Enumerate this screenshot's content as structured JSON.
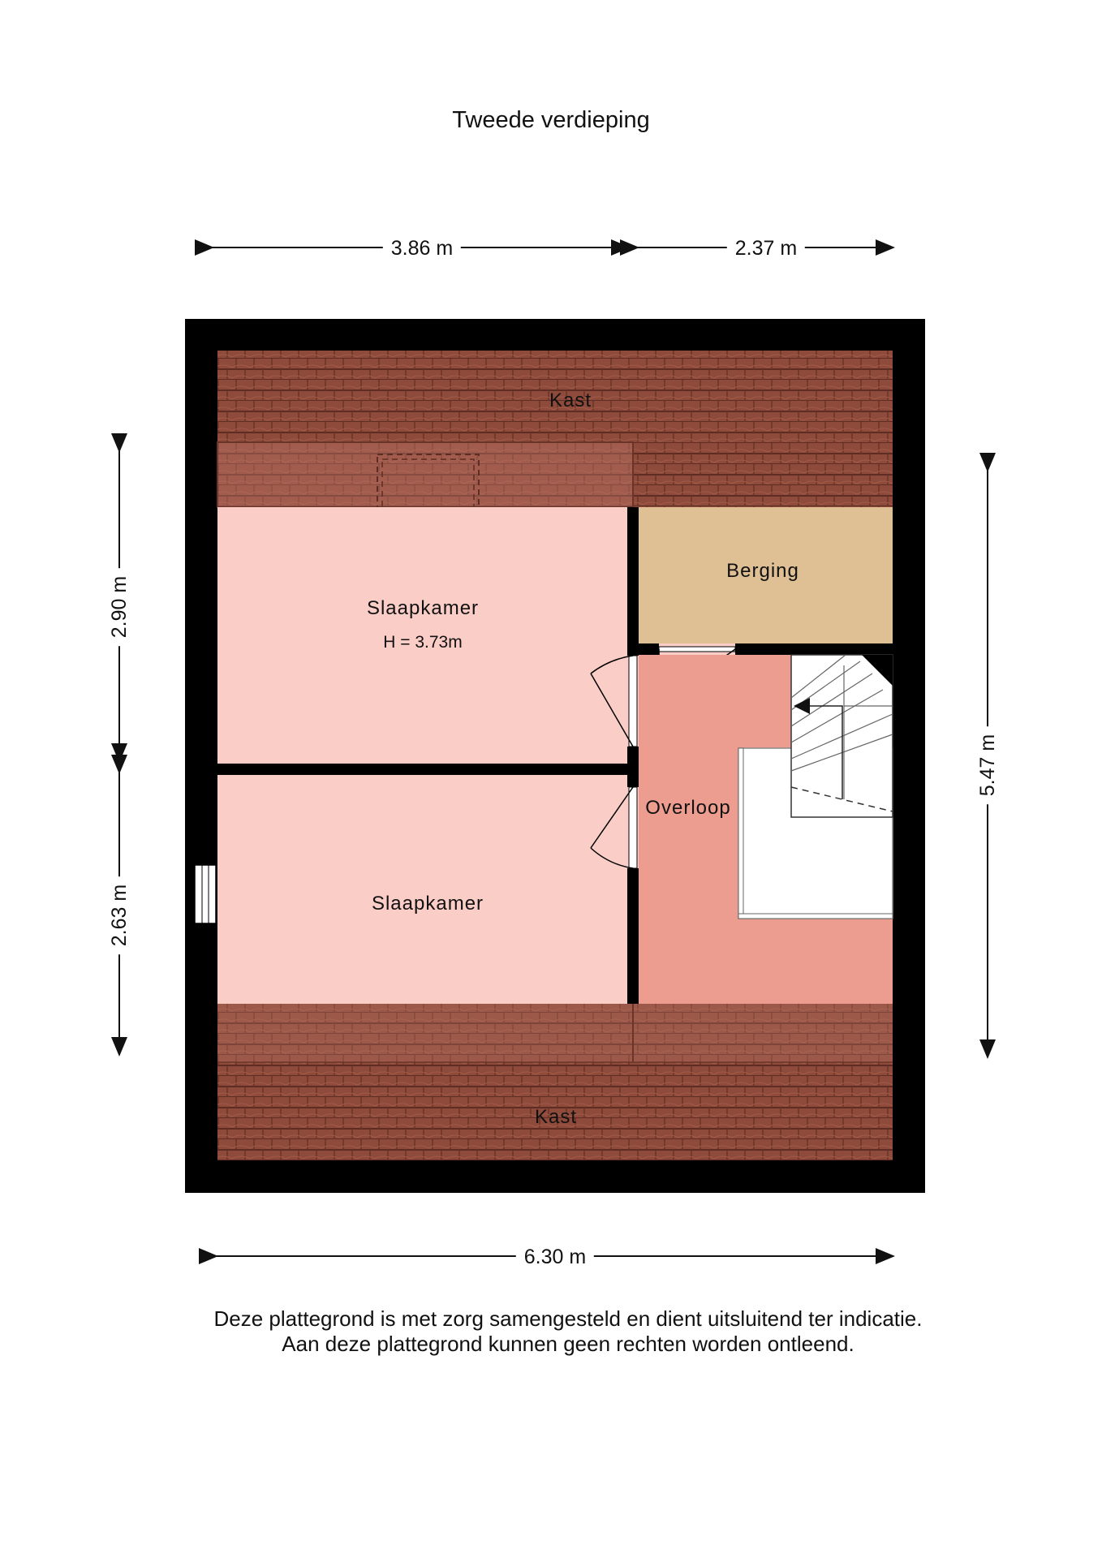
{
  "title": "Tweede verdieping",
  "dimensions": {
    "top_left": "3.86 m",
    "top_right": "2.37 m",
    "bottom": "6.30 m",
    "left_upper": "2.90 m",
    "left_lower": "2.63 m",
    "right": "5.47 m"
  },
  "rooms": {
    "kast_top": "Kast",
    "kast_bottom": "Kast",
    "slaapkamer_1": "Slaapkamer",
    "slaapkamer_1_height": "H = 3.73m",
    "slaapkamer_2": "Slaapkamer",
    "berging": "Berging",
    "overloop": "Overloop"
  },
  "colors": {
    "wall": "#000000",
    "roof_tiles": "#8e4a3a",
    "bedroom": "#fbcdc7",
    "landing": "#ec9d90",
    "storage": "#dfc094",
    "stairs": "#ffffff"
  },
  "disclaimer": {
    "line1": "Deze plattegrond is met zorg samengesteld en dient uitsluitend ter indicatie.",
    "line2": "Aan deze plattegrond kunnen geen rechten worden ontleend."
  }
}
